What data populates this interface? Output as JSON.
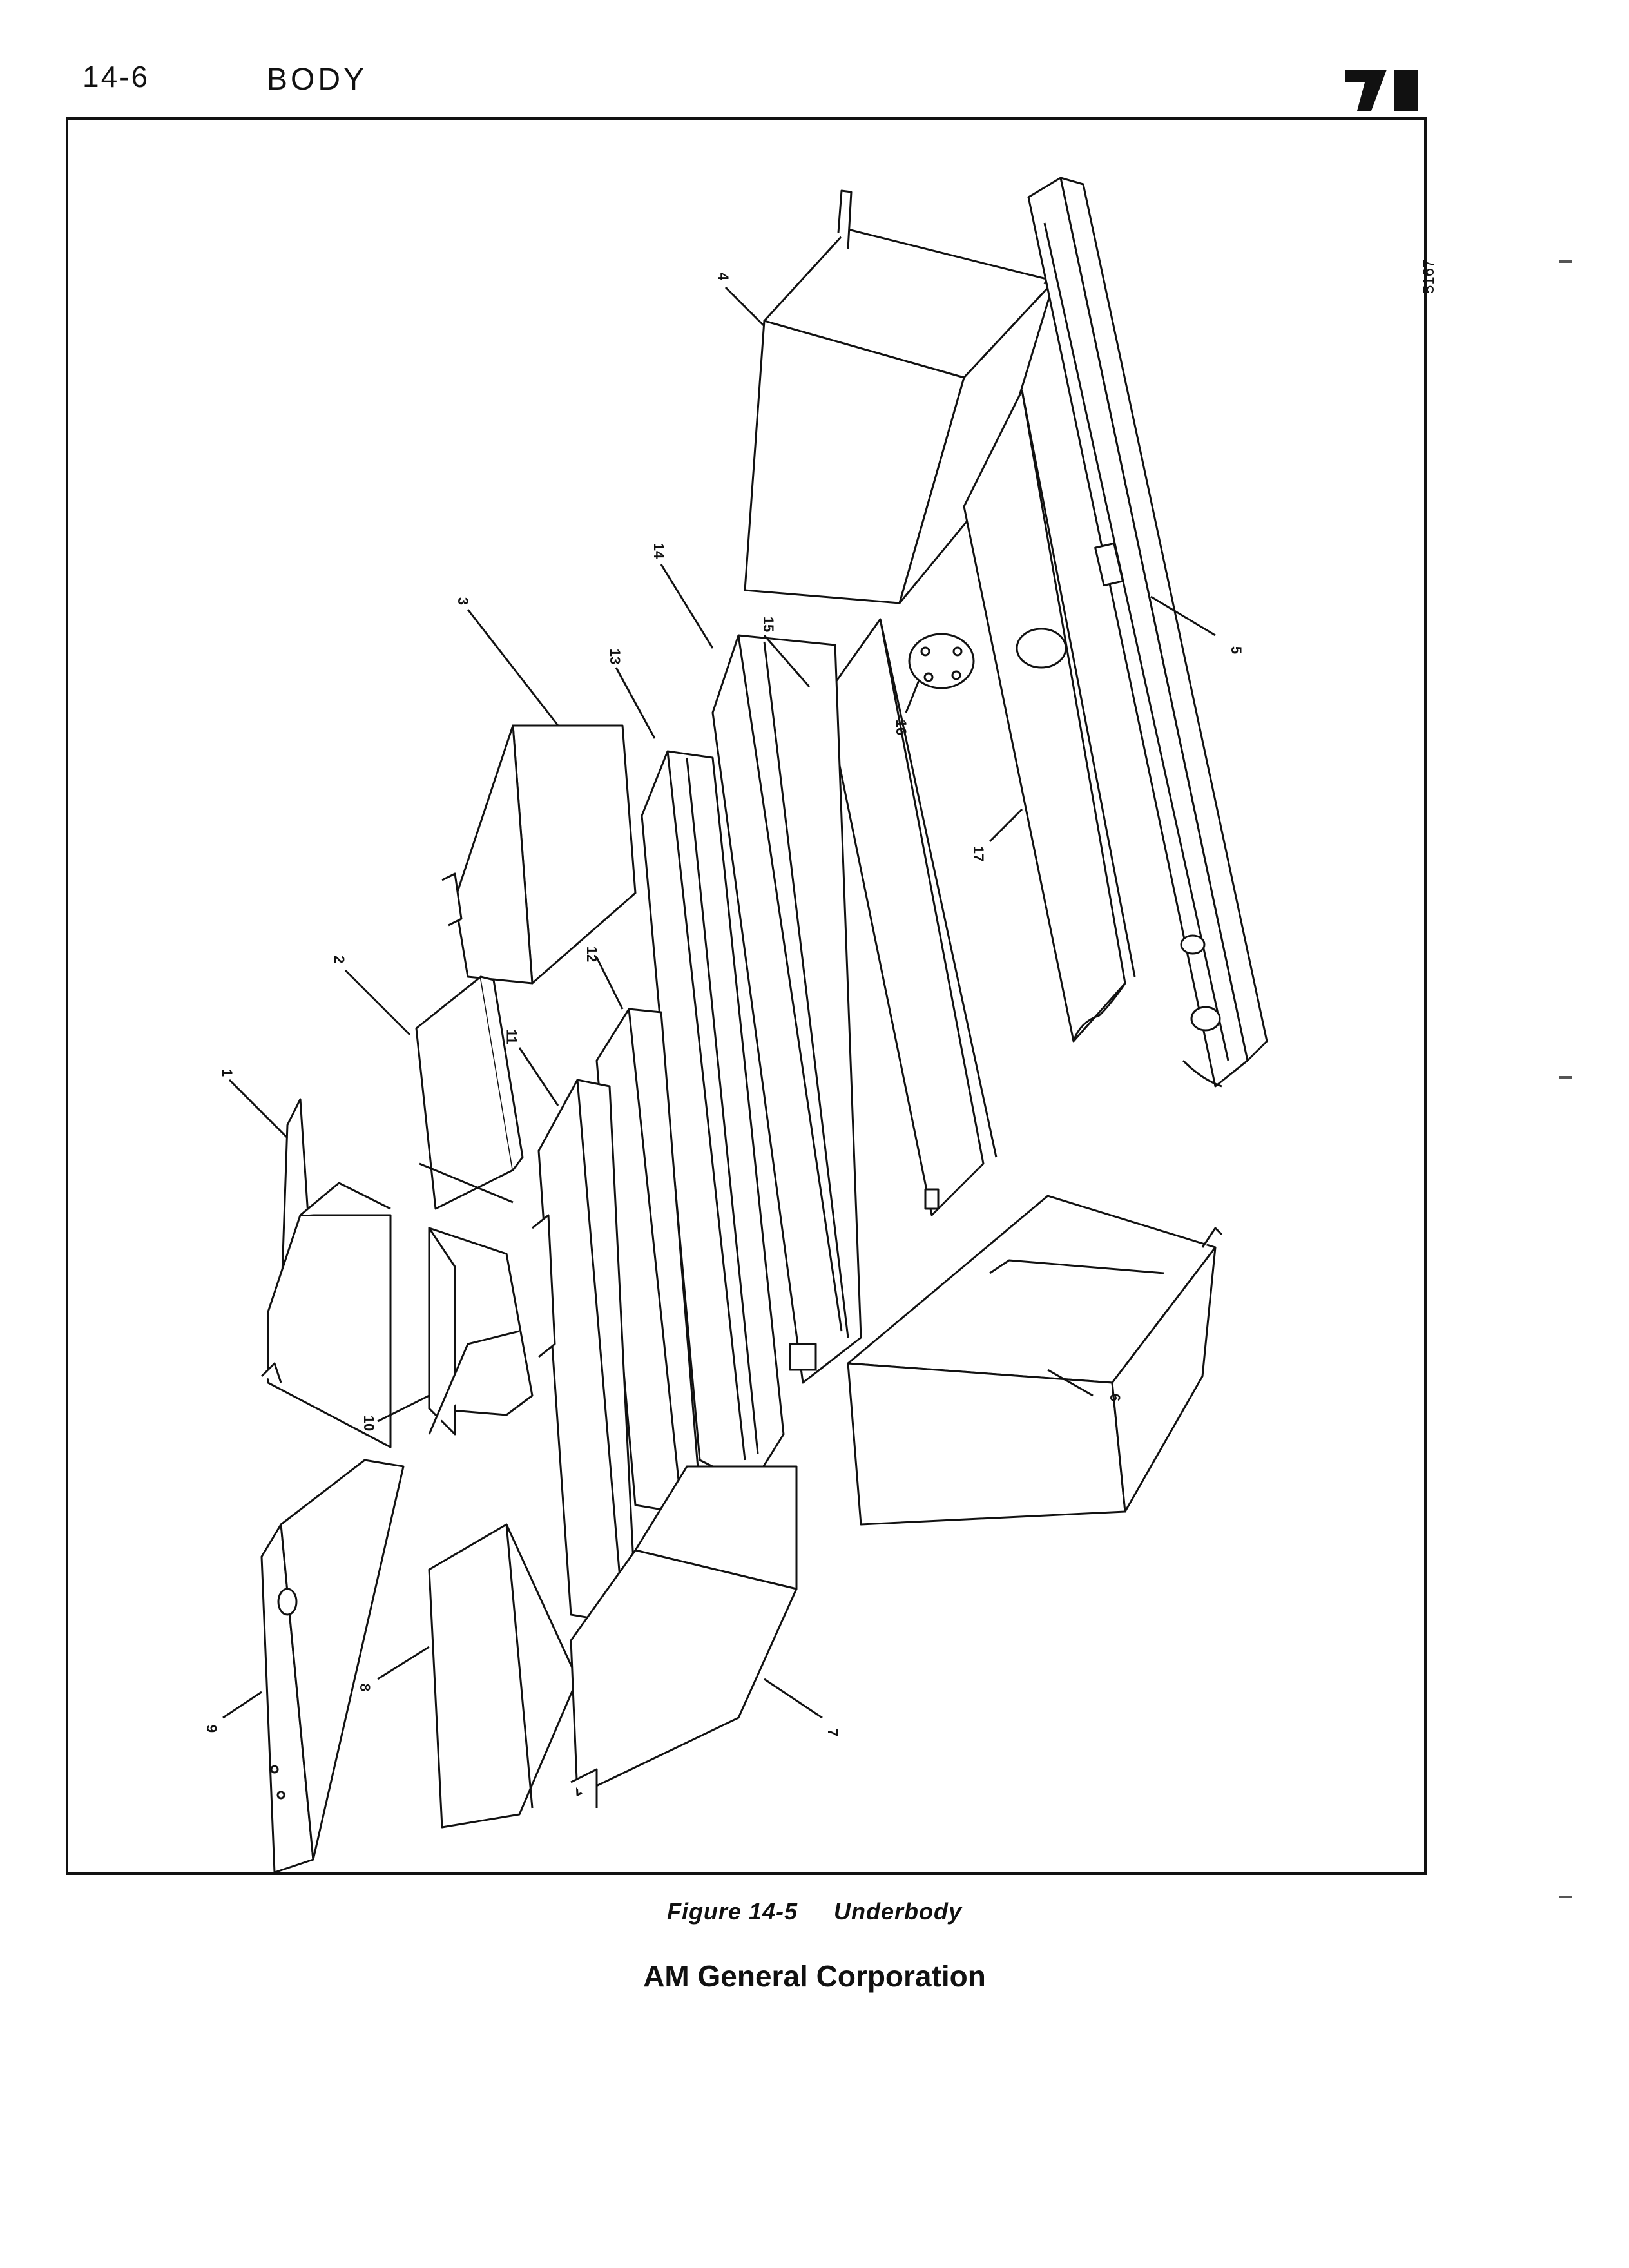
{
  "header": {
    "page_number": "14-6",
    "section_title": "BODY",
    "brand_mark_icon": "jeep-logo-icon"
  },
  "figure": {
    "id_number": "5167",
    "callouts": [
      "1",
      "2",
      "3",
      "4",
      "5",
      "6",
      "7",
      "8",
      "9",
      "10",
      "11",
      "12",
      "13",
      "14",
      "15",
      "16",
      "17"
    ],
    "caption_number": "Figure 14-5",
    "caption_title": "Underbody"
  },
  "footer": {
    "company": "AM General Corporation"
  },
  "colors": {
    "ink": "#111111",
    "paper": "#ffffff"
  }
}
